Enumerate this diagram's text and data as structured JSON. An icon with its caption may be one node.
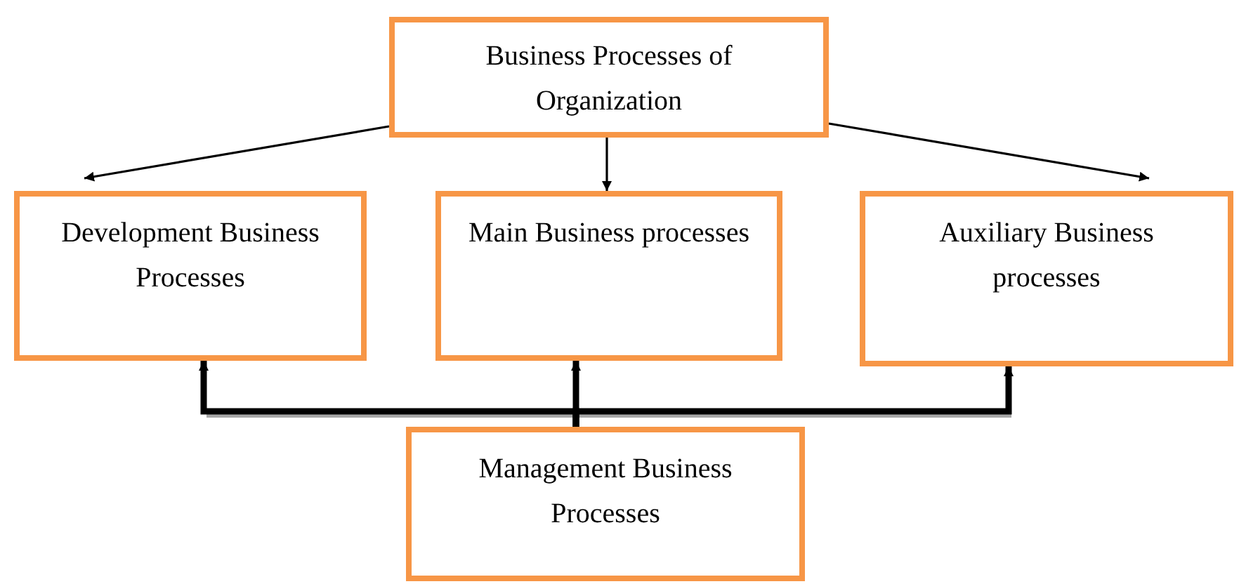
{
  "diagram": {
    "nodes": [
      {
        "text": [
          "Business Processes of Organization"
        ]
      },
      {
        "text": [
          "Development Business Processes"
        ]
      },
      {
        "text": [
          "Main Business processes"
        ]
      },
      {
        "text": [
          "Auxiliary Business processes"
        ]
      },
      {
        "text": [
          "Management Business Processes"
        ]
      }
    ],
    "edges": [
      {
        "from": 0,
        "to": 1,
        "arrow": "to"
      },
      {
        "from": 0,
        "to": 2,
        "arrow": "to"
      },
      {
        "from": 0,
        "to": 3,
        "arrow": "to"
      },
      {
        "from": 4,
        "to": 1,
        "arrow": "to",
        "style": "thick"
      },
      {
        "from": 4,
        "to": 2,
        "arrow": "to",
        "style": "thick"
      },
      {
        "from": 4,
        "to": 3,
        "arrow": "to",
        "style": "thick"
      }
    ]
  }
}
